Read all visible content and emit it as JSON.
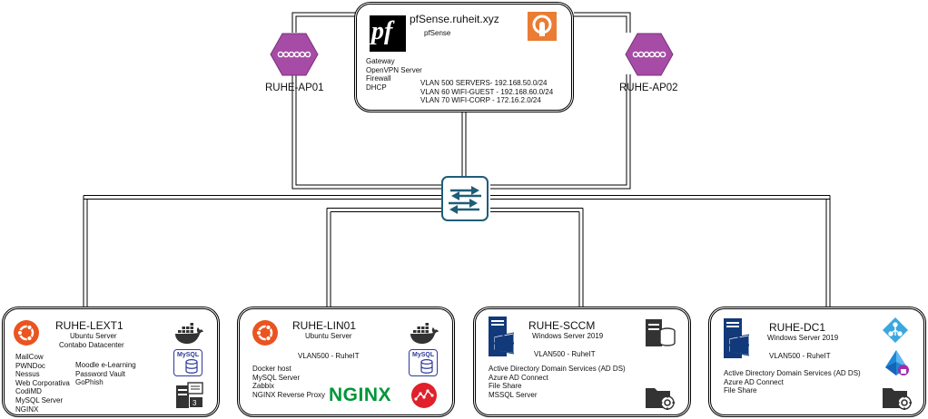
{
  "gateway": {
    "title": "pfSense.ruheit.xyz",
    "subtitle": "pfSense",
    "logo_text": "pf",
    "roles": [
      "Gateway",
      "OpenVPN Server",
      "Firewall",
      "DHCP"
    ],
    "vlans": [
      "VLAN 500 SERVERS- 192.168.50.0/24",
      "VLAN 60 WIFI-GUEST - 192.168.60.0/24",
      "VLAN 70 WIFI-CORP - 172.16.2.0/24"
    ]
  },
  "access_points": [
    {
      "name": "RUHE-AP01",
      "icon": "wifi-hexagon-icon"
    },
    {
      "name": "RUHE-AP02",
      "icon": "wifi-hexagon-icon"
    }
  ],
  "switch": {
    "icon": "network-switch-icon"
  },
  "servers": {
    "ext1": {
      "name": "RUHE-LEXT1",
      "os": "Ubuntu Server",
      "location": "Contabo Datacenter",
      "services_left": [
        "MailCow",
        "PWNDoc",
        "Nessus",
        "Web Corporativa",
        "CodiMD",
        "MySQL Server",
        "NGINX"
      ],
      "services_right": [
        "Moodle e-Learning",
        "Password Vault",
        "GoPhish"
      ],
      "mysql_label": "MySQL"
    },
    "lin01": {
      "name": "RUHE-LIN01",
      "os": "Ubuntu Server",
      "vlan": "VLAN500 -  RuheIT",
      "services": [
        "Docker host",
        "MySQL Server",
        "Zabbix",
        "NGINX Reverse Proxy"
      ],
      "mysql_label": "MySQL",
      "nginx_label": "NGINX"
    },
    "sccm": {
      "name": "RUHE-SCCM",
      "os": "Windows Server 2019",
      "vlan": "VLAN500 -  RuheIT",
      "services": [
        "Active Directory Domain Services (AD DS)",
        "Azure AD Connect",
        "File Share",
        "MSSQL Server"
      ]
    },
    "dc1": {
      "name": "RUHE-DC1",
      "os": "Windows Server 2019",
      "vlan": "VLAN500 -  RuheIT",
      "services": [
        "Active Directory Domain Services (AD DS)",
        "Azure AD Connect",
        "File Share"
      ]
    }
  },
  "colors": {
    "ubuntu": "#e95420",
    "hexagon": "#a64ca6",
    "switch": "#1f5c79",
    "windows": "#12397a",
    "nginx": "#009639",
    "mysql_blue": "#2e3a9b",
    "openvpn": "#ea7c34"
  }
}
